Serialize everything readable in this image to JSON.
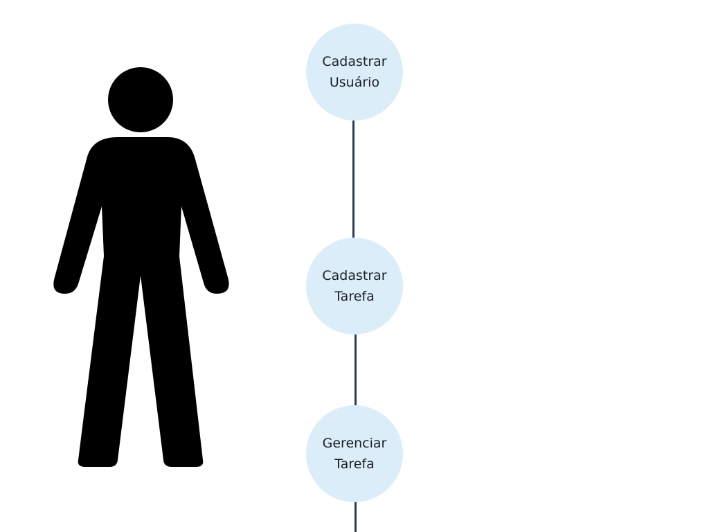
{
  "diagram": {
    "actor": {
      "icon": "person-icon",
      "color": "#000000"
    },
    "use_cases": [
      {
        "label": "Cadastrar\nUsuário"
      },
      {
        "label": "Cadastrar\nTarefa"
      },
      {
        "label": "Gerenciar\nTarefa"
      }
    ],
    "colors": {
      "use_case_fill": "#dcedfa",
      "connector": "#2b3b52",
      "text": "#1b1f24"
    }
  }
}
